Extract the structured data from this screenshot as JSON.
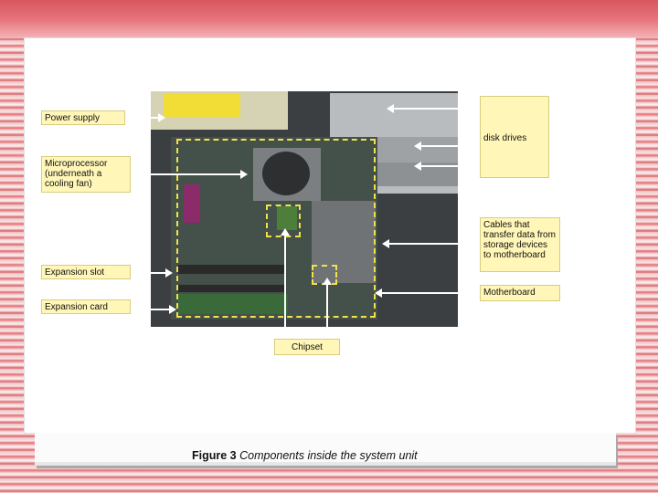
{
  "labels": {
    "power_supply": "Power supply",
    "microprocessor": "Microprocessor (underneath a cooling fan)",
    "expansion_slot": "Expansion slot",
    "expansion_card": "Expansion card",
    "disk_drives": "disk drives",
    "cables": "Cables that transfer data from storage devices to motherboard",
    "motherboard": "Motherboard",
    "chipset": "Chipset"
  },
  "caption": {
    "figure": "Figure 3",
    "text": "Components inside the system unit"
  }
}
